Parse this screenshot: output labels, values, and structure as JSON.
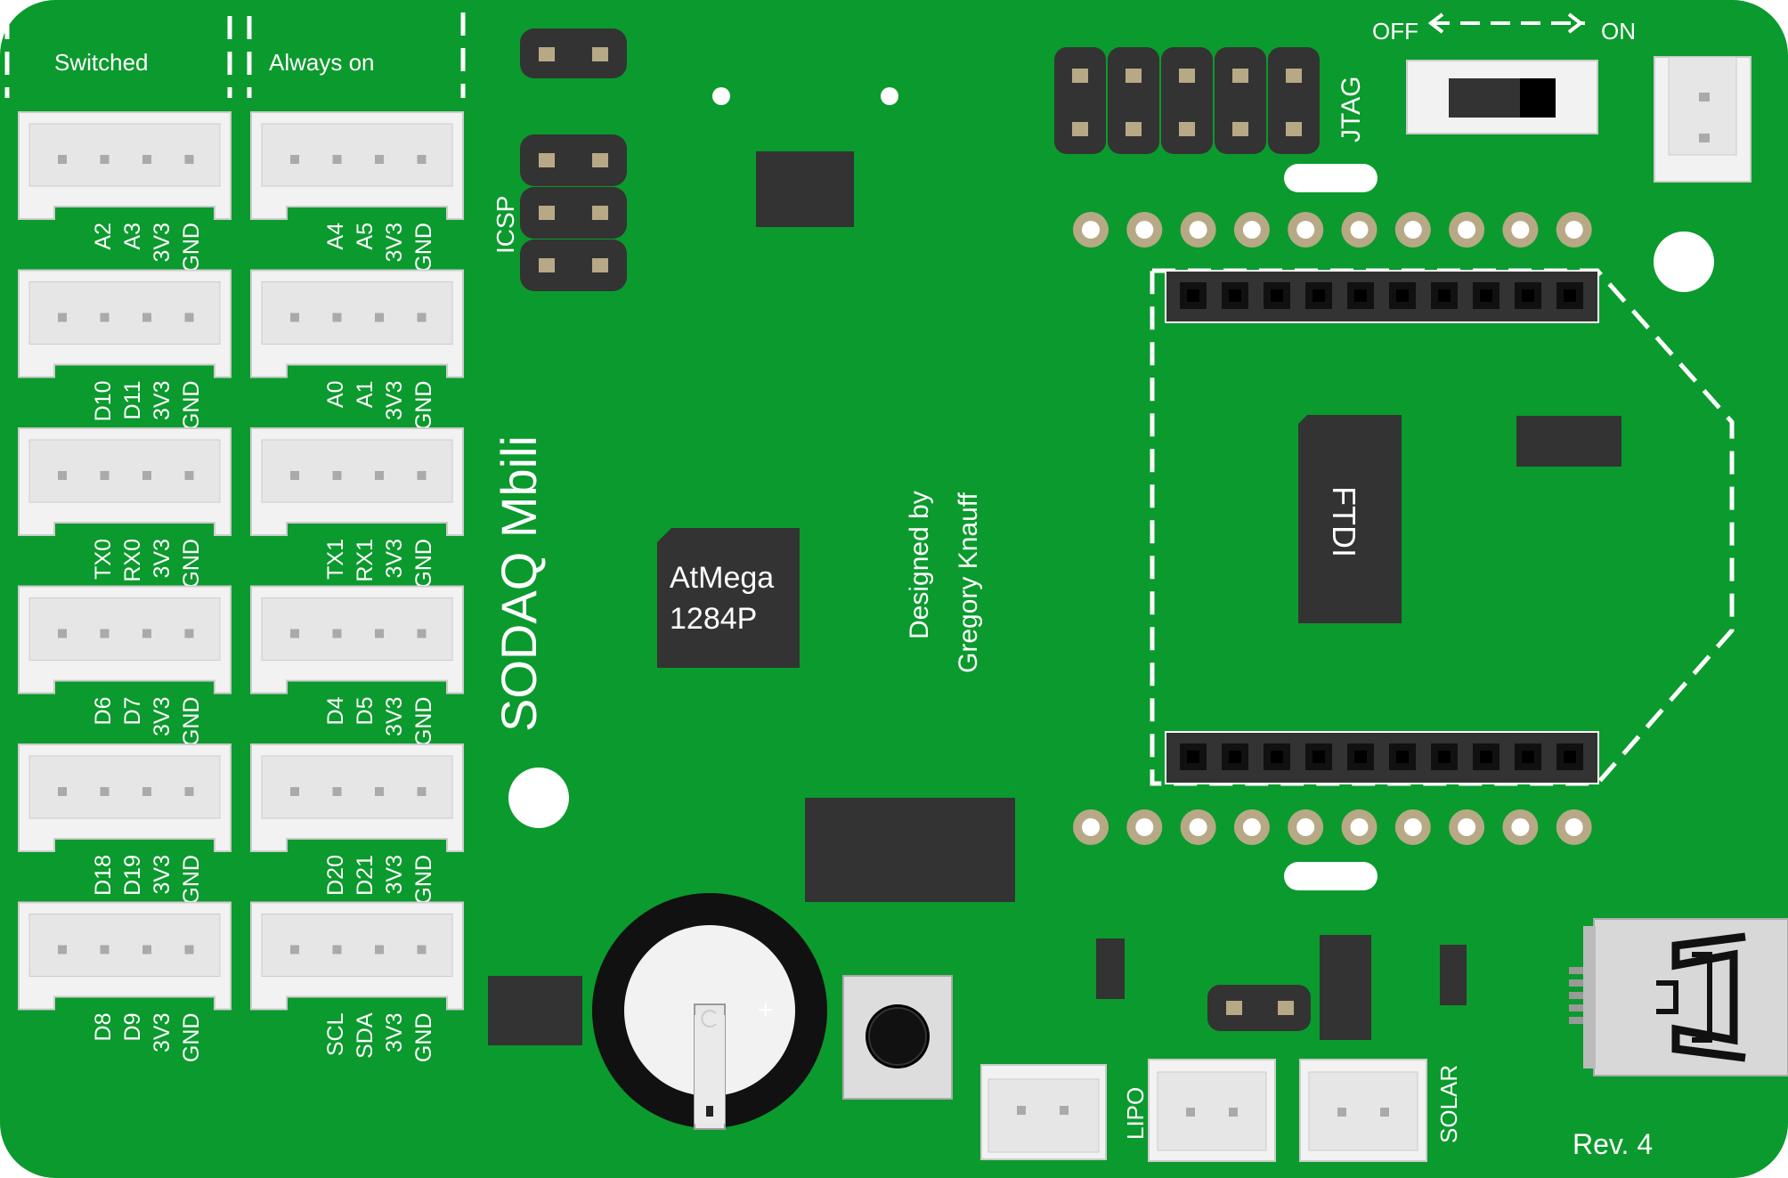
{
  "board": {
    "name": "SODAQ Mbili",
    "designer_line1": "Designed by",
    "designer_line2": "Gregory Knauff",
    "revision": "Rev. 4",
    "colors": {
      "pcb": "#0b9a2d",
      "silkscreen": "#ffffff",
      "chip": "#333333",
      "pad": "#b7a985",
      "connector": "#f2f2f2"
    }
  },
  "groups": {
    "switched": "Switched",
    "always_on": "Always on"
  },
  "grove_connectors": {
    "switched": [
      {
        "pins": [
          "A2",
          "A3",
          "3V3",
          "GND"
        ]
      },
      {
        "pins": [
          "D10",
          "D11",
          "3V3",
          "GND"
        ]
      },
      {
        "pins": [
          "TX0",
          "RX0",
          "3V3",
          "GND"
        ]
      },
      {
        "pins": [
          "D6",
          "D7",
          "3V3",
          "GND"
        ]
      },
      {
        "pins": [
          "D18",
          "D19",
          "3V3",
          "GND"
        ]
      },
      {
        "pins": [
          "D8",
          "D9",
          "3V3",
          "GND"
        ]
      }
    ],
    "always_on": [
      {
        "pins": [
          "A4",
          "A5",
          "3V3",
          "GND"
        ]
      },
      {
        "pins": [
          "A0",
          "A1",
          "3V3",
          "GND"
        ]
      },
      {
        "pins": [
          "TX1",
          "RX1",
          "3V3",
          "GND"
        ]
      },
      {
        "pins": [
          "D4",
          "D5",
          "3V3",
          "GND"
        ]
      },
      {
        "pins": [
          "D20",
          "D21",
          "3V3",
          "GND"
        ]
      },
      {
        "pins": [
          "SCL",
          "SDA",
          "3V3",
          "GND"
        ]
      }
    ]
  },
  "headers": {
    "icsp": "ICSP",
    "jtag": "JTAG"
  },
  "chips": {
    "mcu_line1": "AtMega",
    "mcu_line2": "1284P",
    "ftdi": "FTDI"
  },
  "power_switch": {
    "off_label": "OFF",
    "on_label": "ON",
    "state": "on"
  },
  "power_connectors": {
    "lipo": "LIPO",
    "solar": "SOLAR"
  },
  "battery": {
    "plus_symbol": "+"
  }
}
